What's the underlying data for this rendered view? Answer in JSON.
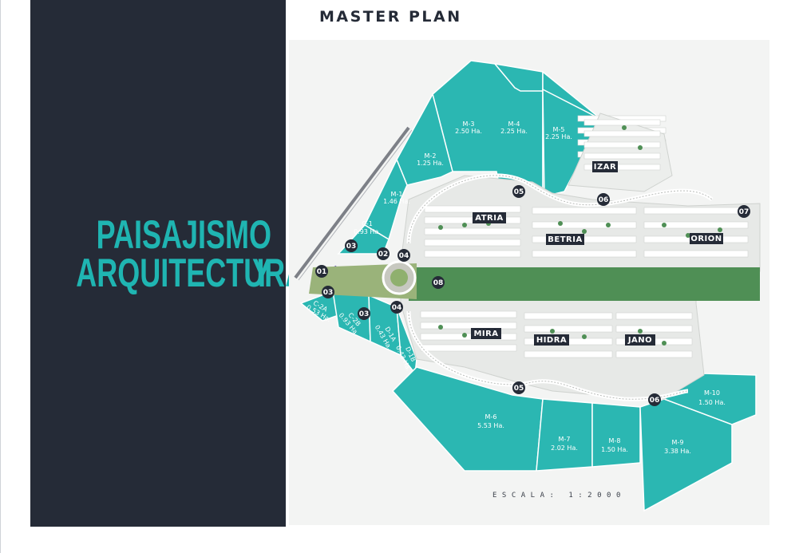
{
  "panel": {
    "title_line1": "PAISAJISMO Y",
    "title_line2": "ARQUITECTURA"
  },
  "plan": {
    "title": "MASTER PLAN",
    "scale": "ESCALA: 1:2000"
  },
  "colors": {
    "panel_bg": "#252b37",
    "accent_teal": "#1fb5b2",
    "lot_teal": "#2bb7b2",
    "green_park": "#4f8f55",
    "badge": "#252b37"
  },
  "lots": [
    {
      "code": "M-3",
      "area": "2.50 Ha."
    },
    {
      "code": "M-4",
      "area": "2.25 Ha."
    },
    {
      "code": "M-5",
      "area": "2.25 Ha."
    },
    {
      "code": "M-2",
      "area": "1.25 Ha."
    },
    {
      "code": "M-1",
      "area": "1.46 Ha."
    },
    {
      "code": "C-1",
      "area": "0.93 Ha."
    },
    {
      "code": "C-2A",
      "area": "0.53 Ha."
    },
    {
      "code": "C-2B",
      "area": "0.93 Ha."
    },
    {
      "code": "D-1A",
      "area": "0.43 Ha."
    },
    {
      "code": "D-1B",
      "area": "0.43 Ha."
    },
    {
      "code": "M-6",
      "area": "5.53 Ha."
    },
    {
      "code": "M-7",
      "area": "2.02 Ha."
    },
    {
      "code": "M-8",
      "area": "1.50 Ha."
    },
    {
      "code": "M-9",
      "area": "3.38 Ha."
    },
    {
      "code": "M-10",
      "area": "1.50 Ha."
    }
  ],
  "zones": [
    "IZAR",
    "ATRIA",
    "BETRIA",
    "ORION",
    "MIRA",
    "HIDRA",
    "JANO"
  ],
  "markers": [
    "01",
    "02",
    "03",
    "03",
    "03",
    "04",
    "04",
    "05",
    "05",
    "06",
    "06",
    "07",
    "08"
  ]
}
